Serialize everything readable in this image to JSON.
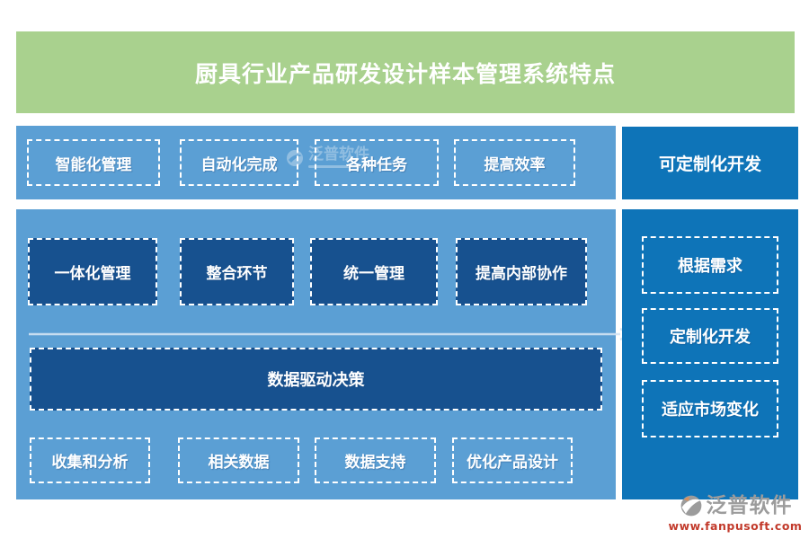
{
  "title": "厨具行业产品研发设计样本管理系统特点",
  "colors": {
    "banner_green": "#A9D18E",
    "panel_light_blue": "#5B9FD4",
    "node_dark_navy": "#17518F",
    "panel_solid_blue": "#0E74B8",
    "text_white": "#ffffff",
    "logo_gray": "#9C9C9C",
    "logo_url_red": "#C23A2B"
  },
  "row1": {
    "items": [
      "智能化管理",
      "自动化完成",
      "各种任务",
      "提高效率"
    ]
  },
  "right_top": {
    "label": "可定制化开发"
  },
  "middle": {
    "solid_items": [
      "一体化管理",
      "整合环节",
      "统一管理",
      "提高内部协作"
    ],
    "bar_label": "数据驱动决策",
    "bottom_items": [
      "收集和分析",
      "相关数据",
      "数据支持",
      "优化产品设计"
    ]
  },
  "right_panel": {
    "items": [
      "根据需求",
      "定制化开发",
      "适应市场变化"
    ]
  },
  "watermark": {
    "name": "泛普软件"
  },
  "footer": {
    "brand": "泛普软件",
    "url": "www.fanpusoft.com"
  }
}
